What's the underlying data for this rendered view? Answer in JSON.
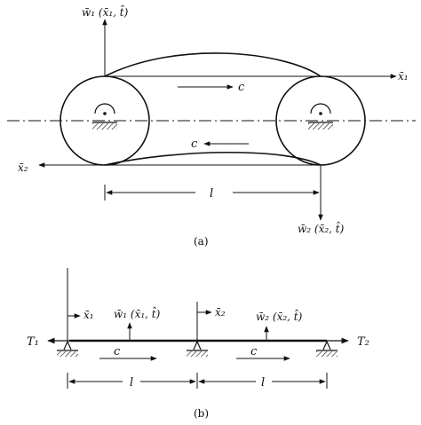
{
  "diagram": {
    "caption_a": "(a)",
    "caption_b": "(b)",
    "labels_a": {
      "w1": "w̄₁ (x̄₁, t̂)",
      "x1": "x̄₁",
      "x2": "x̄₂",
      "c_top": "c",
      "c_bottom": "c",
      "l": "l",
      "w2": "w̄₂ (x̄₂, t̂)"
    },
    "labels_b": {
      "T1": "T₁",
      "T2": "T₂",
      "x1": "x̄₁",
      "x2": "x̄₂",
      "w1": "w̄₁ (x̄₁, t̂)",
      "w2": "w̄₂ (x̄₂, t̂)",
      "c_left": "c",
      "c_right": "c",
      "l_left": "l",
      "l_right": "l"
    }
  }
}
